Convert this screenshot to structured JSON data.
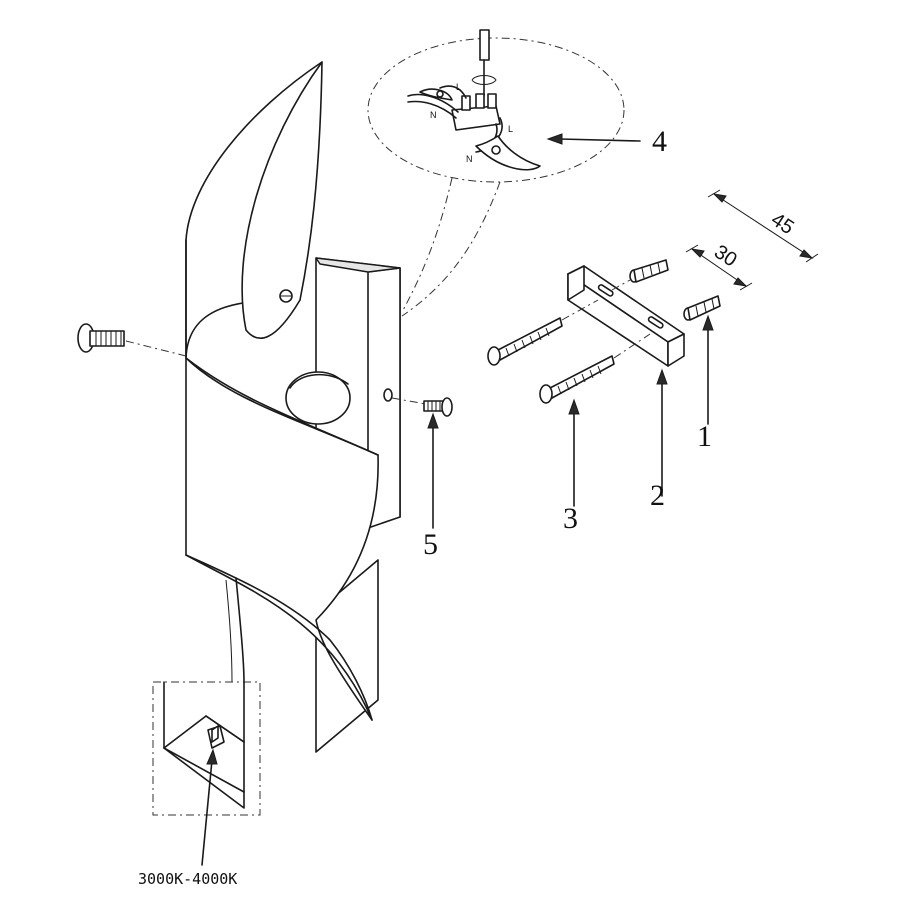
{
  "labels": {
    "part_1": "1",
    "part_2": "2",
    "part_3": "3",
    "part_4": "4",
    "part_5": "5"
  },
  "dimensions": {
    "outer": "45",
    "inner": "30"
  },
  "wiring": {
    "live": "L",
    "neutral": "N"
  },
  "caption": {
    "color_temperature": "3000K-4000K"
  }
}
